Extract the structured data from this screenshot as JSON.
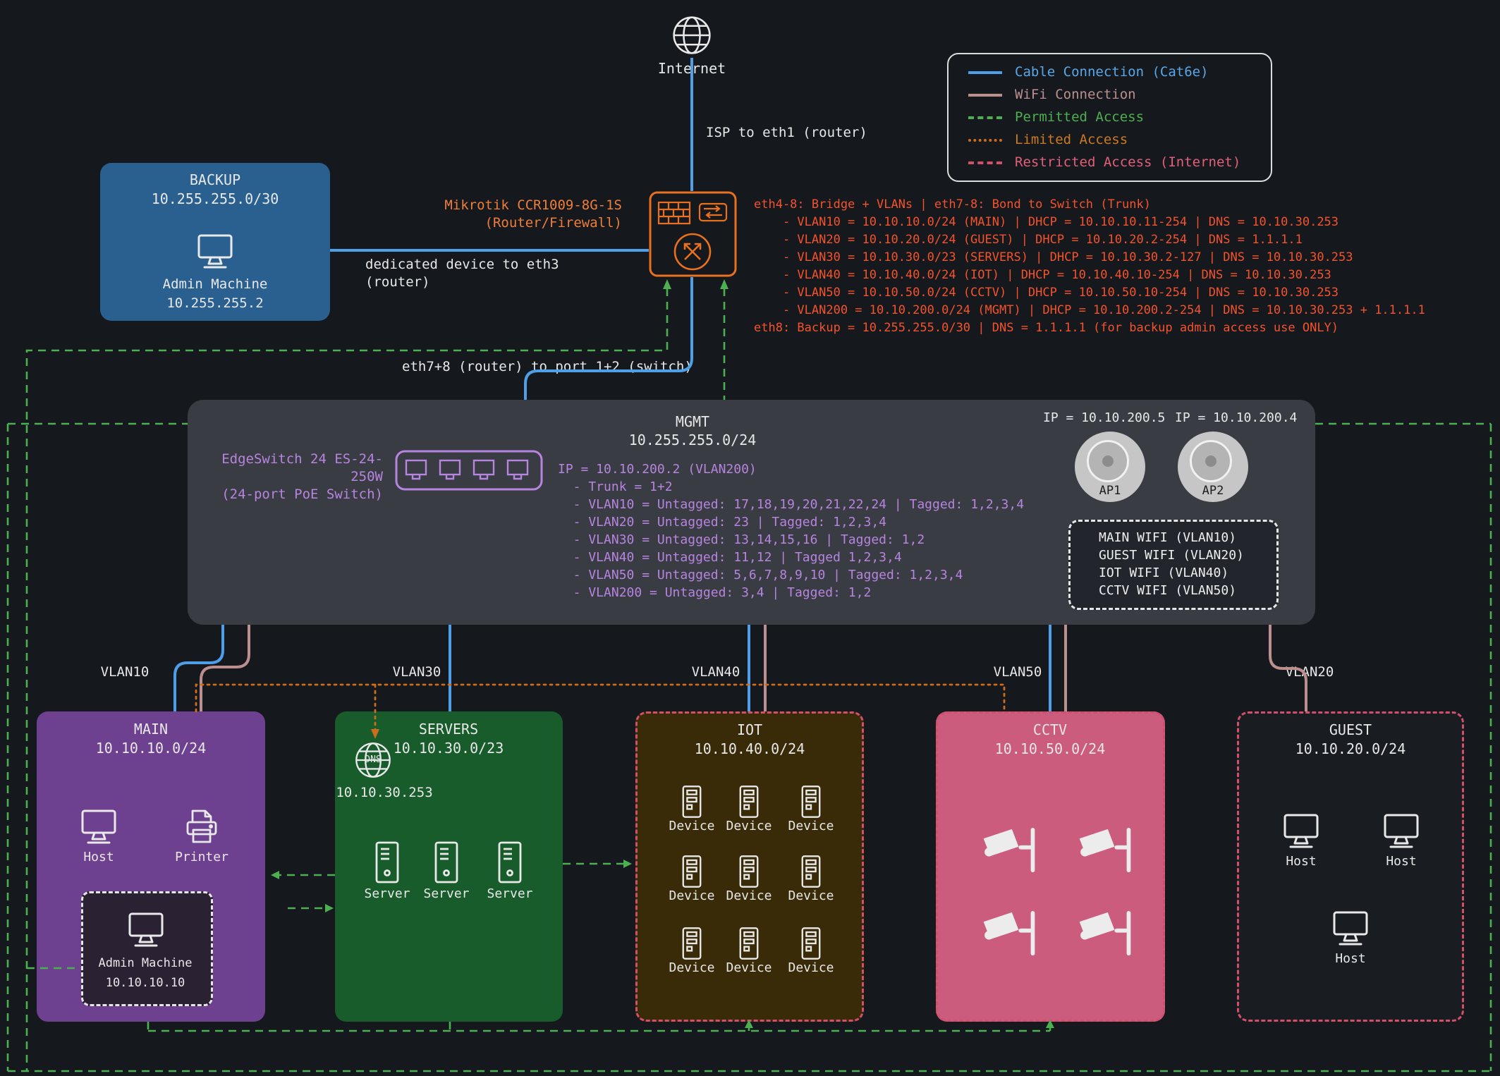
{
  "colors": {
    "background": "#15181d",
    "cable": "#4f9fe8",
    "wifi": "#bc8f8f",
    "permitted": "#4caf50",
    "limited": "#cc6d1d",
    "restricted": "#d34f6b",
    "router_accent": "#e8701e",
    "switch_accent": "#b784e0",
    "config_text": "#f4532c",
    "backup_fill": "#2a6090",
    "mgmt_fill": "#393c42",
    "main_fill": "#6d4090",
    "servers_fill": "#185c2c",
    "iot_fill": "#3a2b08",
    "cctv_fill": "#cc5c7e",
    "guest_fill": "#191c21"
  },
  "internet": {
    "label": "Internet"
  },
  "links": {
    "isp": "ISP to eth1 (router)",
    "backup": "dedicated device to eth3 (router)",
    "switch": "eth7+8 (router) to port 1+2 (switch)"
  },
  "legend": {
    "items": [
      {
        "label": "Cable Connection (Cat6e)",
        "color": "#4f9fe8",
        "style": "solid"
      },
      {
        "label": "WiFi Connection",
        "color": "#bc8f8f",
        "style": "solid"
      },
      {
        "label": "Permitted Access",
        "color": "#4caf50",
        "style": "dashed"
      },
      {
        "label": "Limited Access",
        "color": "#cc6d1d",
        "style": "dotted"
      },
      {
        "label": "Restricted Access (Internet)",
        "color": "#d34f6b",
        "style": "dashed"
      }
    ]
  },
  "backup": {
    "title": "BACKUP",
    "subnet": "10.255.255.0/30",
    "machine": "Admin Machine",
    "ip": "10.255.255.2"
  },
  "router": {
    "name": "Mikrotik CCR1009-8G-1S",
    "role": "(Router/Firewall)",
    "config": [
      "eth4-8: Bridge + VLANs | eth7-8: Bond to Switch (Trunk)",
      "    - VLAN10 = 10.10.10.0/24 (MAIN) | DHCP = 10.10.10.11-254 | DNS = 10.10.30.253",
      "    - VLAN20 = 10.10.20.0/24 (GUEST) | DHCP = 10.10.20.2-254 | DNS = 1.1.1.1",
      "    - VLAN30 = 10.10.30.0/23 (SERVERS) | DHCP = 10.10.30.2-127 | DNS = 10.10.30.253",
      "    - VLAN40 = 10.10.40.0/24 (IOT) | DHCP = 10.10.40.10-254 | DNS = 10.10.30.253",
      "    - VLAN50 = 10.10.50.0/24 (CCTV) | DHCP = 10.10.50.10-254 | DNS = 10.10.30.253",
      "    - VLAN200 = 10.10.200.0/24 (MGMT) | DHCP = 10.10.200.2-254 | DNS = 10.10.30.253 + 1.1.1.1",
      "eth8: Backup = 10.255.255.0/30 | DNS = 1.1.1.1 (for backup admin access use ONLY)"
    ]
  },
  "mgmt": {
    "title": "MGMT",
    "subnet": "10.255.255.0/24",
    "switch_name": "EdgeSwitch 24 ES-24-250W",
    "switch_role": "(24-port PoE Switch)",
    "config": [
      "IP = 10.10.200.2 (VLAN200)",
      "  - Trunk = 1+2",
      "  - VLAN10 = Untagged: 17,18,19,20,21,22,24 | Tagged: 1,2,3,4",
      "  - VLAN20 = Untagged: 23 | Tagged: 1,2,3,4",
      "  - VLAN30 = Untagged: 13,14,15,16 | Tagged: 1,2",
      "  - VLAN40 = Untagged: 11,12 | Tagged 1,2,3,4",
      "  - VLAN50 = Untagged: 5,6,7,8,9,10 | Tagged: 1,2,3,4",
      "  - VLAN200 = Untagged: 3,4 | Tagged: 1,2"
    ],
    "ap1": {
      "label": "AP1",
      "ip": "IP = 10.10.200.5"
    },
    "ap2": {
      "label": "AP2",
      "ip": "IP = 10.10.200.4"
    },
    "wifi": {
      "networks": [
        "MAIN WIFI (VLAN10)",
        "GUEST WIFI (VLAN20)",
        "IOT WIFI (VLAN40)",
        "CCTV WIFI (VLAN50)"
      ]
    }
  },
  "vlan_labels": [
    "VLAN10",
    "VLAN30",
    "VLAN40",
    "VLAN50",
    "VLAN20"
  ],
  "main": {
    "title": "MAIN",
    "subnet": "10.10.10.0/24",
    "host": "Host",
    "printer": "Printer",
    "admin": {
      "label": "Admin Machine",
      "ip": "10.10.10.10"
    }
  },
  "servers": {
    "title": "SERVERS",
    "subnet": "10.10.30.0/23",
    "dns_label": "DNS",
    "dns_ip": "10.10.30.253",
    "items": [
      "Server",
      "Server",
      "Server"
    ]
  },
  "iot": {
    "title": "IOT",
    "subnet": "10.10.40.0/24",
    "items": [
      "Device",
      "Device",
      "Device",
      "Device",
      "Device",
      "Device",
      "Device",
      "Device",
      "Device"
    ]
  },
  "cctv": {
    "title": "CCTV",
    "subnet": "10.10.50.0/24"
  },
  "guest": {
    "title": "GUEST",
    "subnet": "10.10.20.0/24",
    "items": [
      "Host",
      "Host",
      "Host"
    ]
  }
}
